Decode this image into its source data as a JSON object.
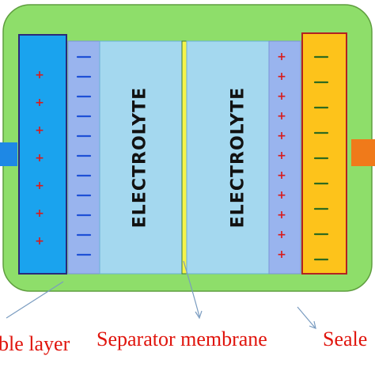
{
  "diagram": {
    "left_electrolyte_label": "ELECTROLYTE",
    "right_electrolyte_label": "ELECTROLYTE",
    "left_electrode_sign": "+",
    "left_layer_sign": "—",
    "right_layer_sign": "+",
    "right_electrode_sign": "—",
    "captions": {
      "left": "ble layer",
      "middle": "Separator membrane",
      "right": "Seale"
    },
    "colors": {
      "casing": "#8ede6a",
      "left_electrode": "#1aa3ee",
      "inner_layer": "#99b4ee",
      "electrolyte": "#a4d8ef",
      "separator": "#f5f44a",
      "right_electrode": "#fdc31b",
      "left_terminal": "#1e88e5",
      "right_terminal": "#f07a1a",
      "caption": "#e0140c"
    }
  }
}
